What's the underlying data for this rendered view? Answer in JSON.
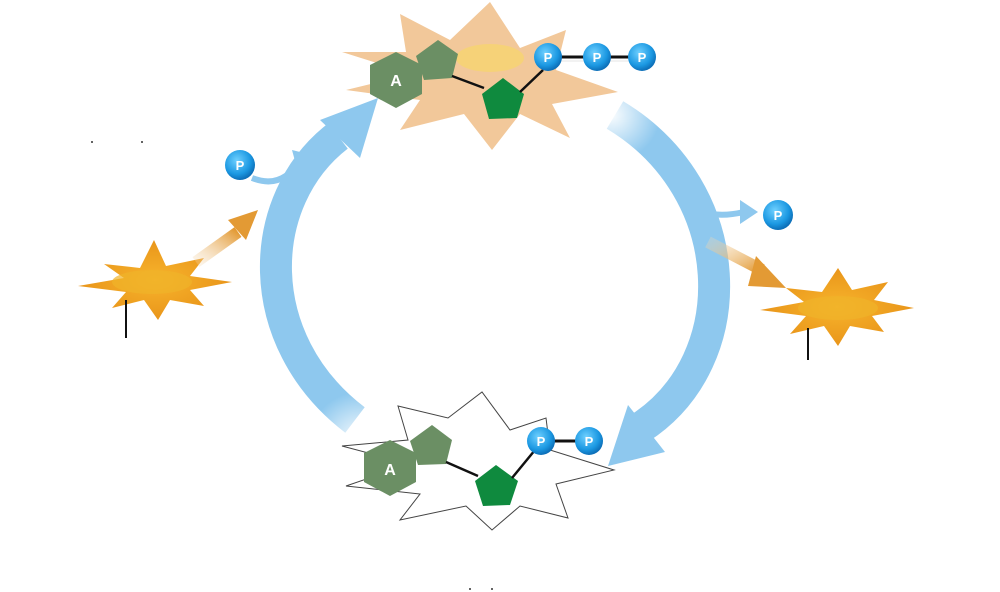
{
  "diagram": {
    "adenine_label": "A",
    "phosphate_label": "P",
    "colors": {
      "cycle_arrow": "#8ec8ee",
      "energy_star": "#f0a41c",
      "energy_star_light": "#f2c89a",
      "energy_arrow": "#e9a23d",
      "adenine": "#6b8f64",
      "ribose": "#0f8a3e",
      "phosphate": "#1e9fe6"
    },
    "icons": [
      "atp-molecule",
      "adp-molecule",
      "energy-star",
      "phosphate-ball",
      "cycle-arrow"
    ]
  }
}
